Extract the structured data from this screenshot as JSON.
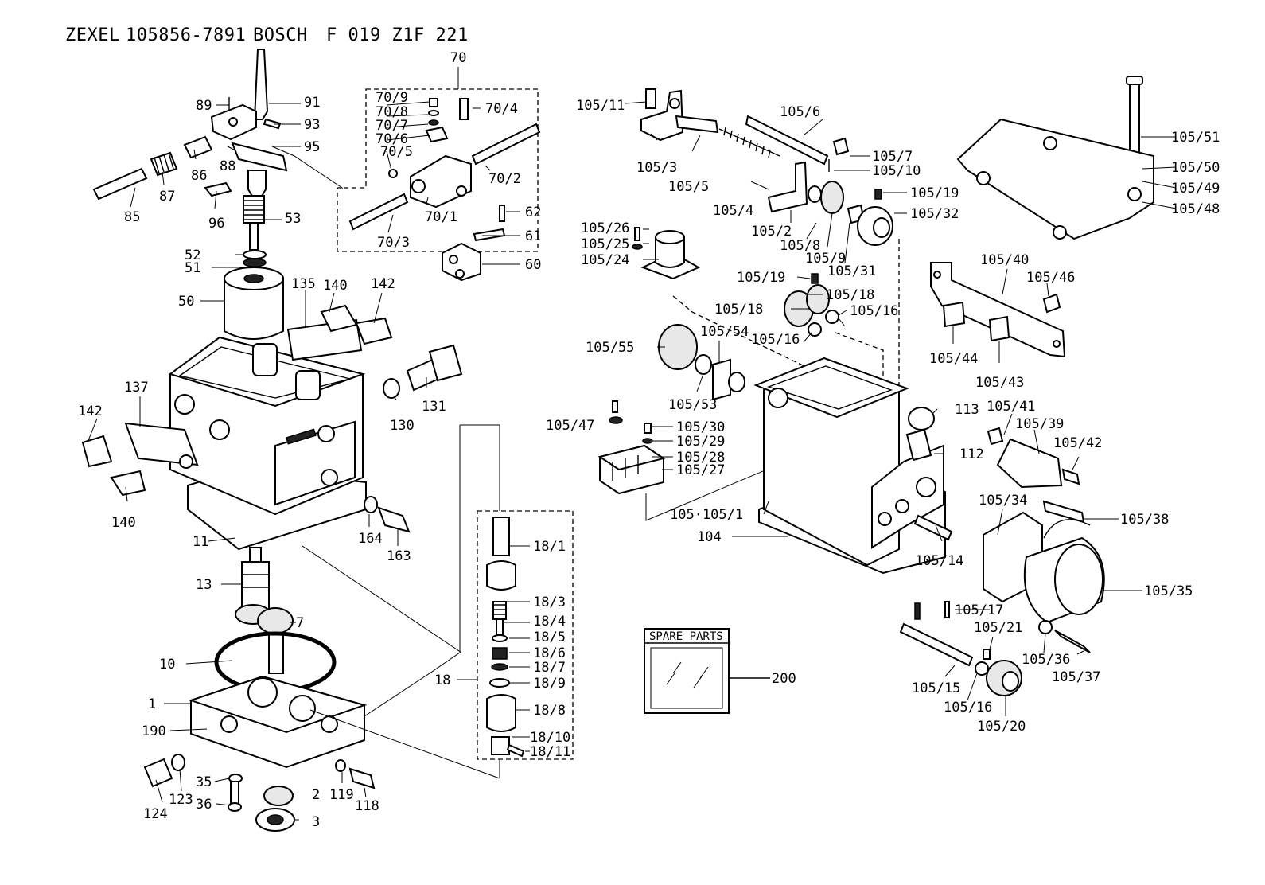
{
  "header": {
    "maker": "ZEXEL",
    "part_no": "105856-7891",
    "brand": "BOSCH",
    "bosch_no": "F 019 Z1F 221"
  },
  "spare_parts": {
    "title": "SPARE PARTS",
    "ref": "200"
  },
  "labels": {
    "l70": "70",
    "l70_9": "70/9",
    "l70_8": "70/8",
    "l70_7": "70/7",
    "l70_6": "70/6",
    "l70_5": "70/5",
    "l70_4": "70/4",
    "l70_2": "70/2",
    "l70_1": "70/1",
    "l70_3": "70/3",
    "l62": "62",
    "l61": "61",
    "l60": "60",
    "l89": "89",
    "l91": "91",
    "l93": "93",
    "l95": "95",
    "l86": "86",
    "l88": "88",
    "l87": "87",
    "l85": "85",
    "l96": "96",
    "l53": "53",
    "l52": "52",
    "l51": "51",
    "l50": "50",
    "l135": "135",
    "l140a": "140",
    "l142a": "142",
    "l137": "137",
    "l142b": "142",
    "l140b": "140",
    "l130": "130",
    "l131": "131",
    "l11": "11",
    "l164": "164",
    "l163": "163",
    "l13": "13",
    "l7": "7",
    "l10": "10",
    "l1": "1",
    "l190": "190",
    "l124": "124",
    "l123": "123",
    "l35": "35",
    "l36": "36",
    "l2": "2",
    "l3": "3",
    "l119": "119",
    "l118": "118",
    "l18_1": "18/1",
    "l18_3": "18/3",
    "l18_4": "18/4",
    "l18_5": "18/5",
    "l18_6": "18/6",
    "l18_7": "18/7",
    "l18": "18",
    "l18_9": "18/9",
    "l18_8": "18/8",
    "l18_10": "18/10",
    "l18_11": "18/11",
    "l105_11": "105/11",
    "l105_6": "105/6",
    "l105_7": "105/7",
    "l105_10": "105/10",
    "l105_3": "105/3",
    "l105_5": "105/5",
    "l105_19a": "105/19",
    "l105_32": "105/32",
    "l105_4": "105/4",
    "l105_2": "105/2",
    "l105_8": "105/8",
    "l105_9": "105/9",
    "l105_31": "105/31",
    "l105_26": "105/26",
    "l105_25": "105/25",
    "l105_24": "105/24",
    "l105_19b": "105/19",
    "l105_18a": "105/18",
    "l105_18b": "105/18",
    "l105_16a": "105/16",
    "l105_16b": "105/16",
    "l105_54": "105/54",
    "l105_55": "105/55",
    "l105_53": "105/53",
    "l105_47": "105/47",
    "l105_30": "105/30",
    "l105_29": "105/29",
    "l105_28": "105/28",
    "l105_27": "105/27",
    "l105_105_1": "105·105/1",
    "l104": "104",
    "l113": "113",
    "l112": "112",
    "l105_14": "105/14",
    "l105_17": "105/17",
    "l105_21": "105/21",
    "l105_15": "105/15",
    "l105_16c": "105/16",
    "l105_20": "105/20",
    "l105_51": "105/51",
    "l105_50": "105/50",
    "l105_49": "105/49",
    "l105_48": "105/48",
    "l105_40": "105/40",
    "l105_46": "105/46",
    "l105_44": "105/44",
    "l105_43": "105/43",
    "l105_41": "105/41",
    "l105_39": "105/39",
    "l105_42": "105/42",
    "l105_34": "105/34",
    "l105_38": "105/38",
    "l105_35": "105/35",
    "l105_36": "105/36",
    "l105_37": "105/37"
  }
}
